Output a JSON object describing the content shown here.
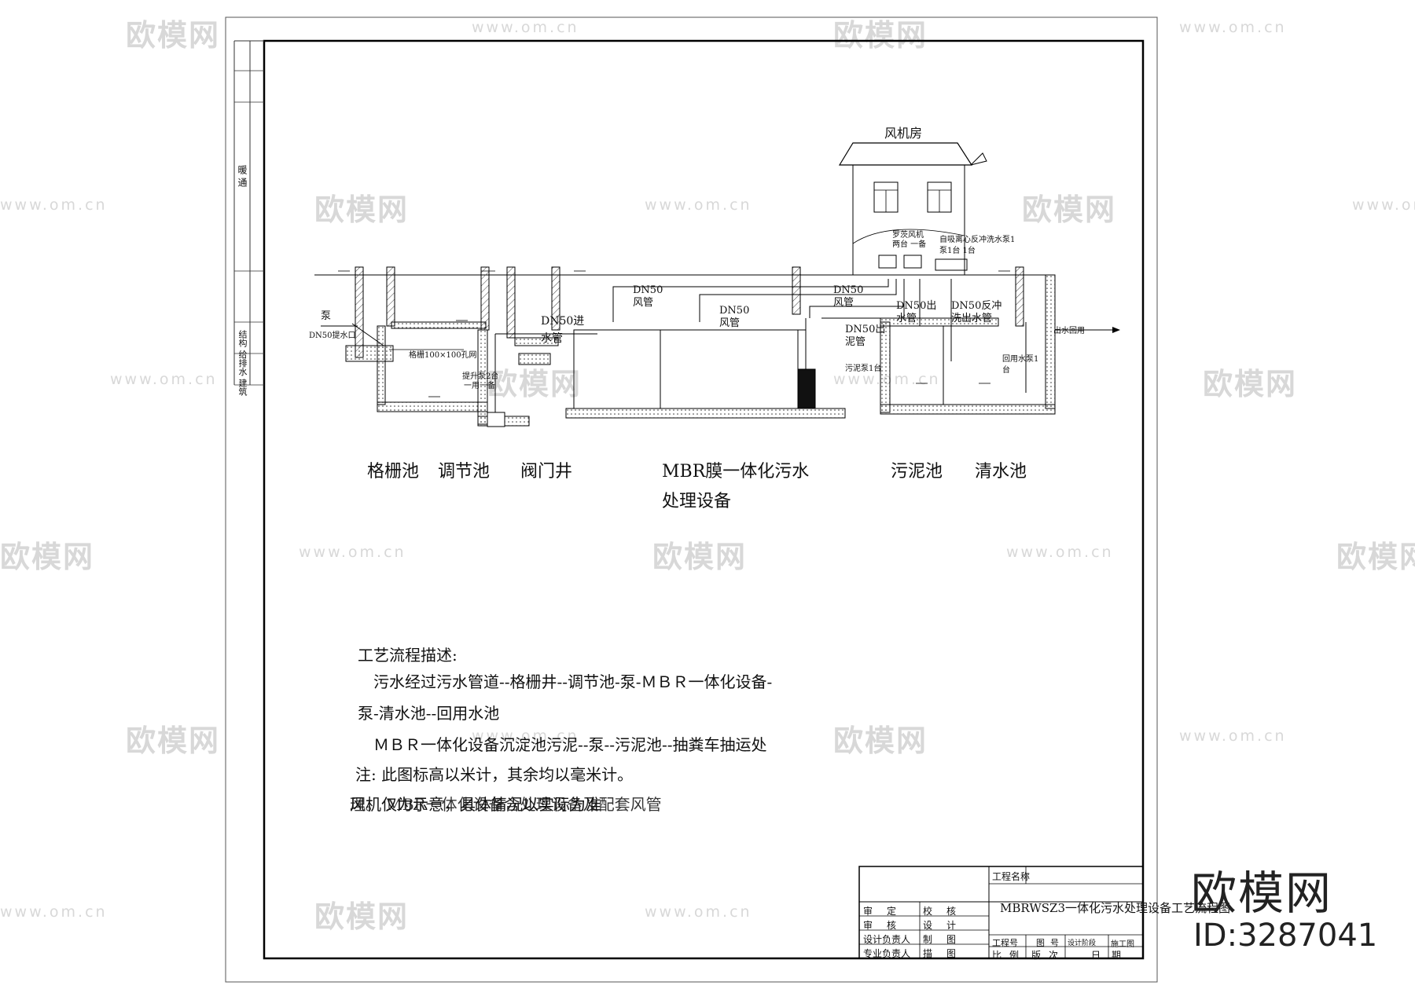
{
  "watermark": {
    "logo": "欧模网",
    "url": "www.om.cn"
  },
  "brand": {
    "name": "欧模网",
    "id": "ID:3287041"
  },
  "side_strip": {
    "top": "暖 通",
    "bottom": "结构 给排水 建筑"
  },
  "building": {
    "title": "风机房"
  },
  "pipes": {
    "dn50_in": "DN50进 水管",
    "dn50_air_1": "DN50 风管",
    "dn50_air_2": "DN50 风管",
    "dn50_air_3": "DN50 风管",
    "dn50_sludge": "DN50出 泥管",
    "dn50_water_out": "DN50出 水管",
    "dn50_backwash": "DN50反冲 洗出水管",
    "pump_label": "泵",
    "dn50_lift": "DN50提水口",
    "outlet": "出水回用"
  },
  "small_notes": {
    "blower": "罗茨风机",
    "blower2": "两台 一备",
    "self_prime": "自吸离心反冲洗水泵1",
    "self_prime2": "泵1台 1台",
    "lift_pump": "提升泵2台",
    "lift_pump2": "一用一备",
    "sludge_pump": "污泥泵1台",
    "reuse_pump": "回用水泵1",
    "reuse_pump2": "台",
    "grille": "格栅100×100孔网"
  },
  "tanks": {
    "grille": "格栅池",
    "regulate": "调节池",
    "valve": "阀门井",
    "mbr_1": "MBR膜一体化污水",
    "mbr_2": "处理设备",
    "sludge": "污泥池",
    "clear": "清水池"
  },
  "description": {
    "title": "工艺流程描述:",
    "line1": "污水经过污水管道--格栅井--调节池-泵-ＭＢＲ一体化设备-",
    "line2": "泵-清水池--回用水池",
    "line3": "ＭＢＲ一体化设备沉淀池污泥--泵--污泥池--抽粪车抽运处",
    "line4": "注: 此图标高以米计，其余均以毫米计。",
    "line5a": "风机仅为示意，具体情况以实际为准",
    "line5b": "理。 MBR一体化设备含处理设备及配套风管"
  },
  "title_block": {
    "project_name_label": "工程名称",
    "drawing_title": "MBRWSZ3一体化污水处理设备工艺流程图",
    "rows": [
      [
        "审",
        "定",
        "校",
        "核"
      ],
      [
        "审",
        "核",
        "设",
        "计"
      ],
      [
        "设计负责人",
        "制",
        "图"
      ],
      [
        "专业负责人",
        "描",
        "图"
      ]
    ],
    "r3": [
      "工程号",
      "图",
      "号",
      "设计阶段",
      "施工图"
    ],
    "r4": [
      "比",
      "例",
      "版",
      "次",
      "日",
      "期"
    ]
  }
}
